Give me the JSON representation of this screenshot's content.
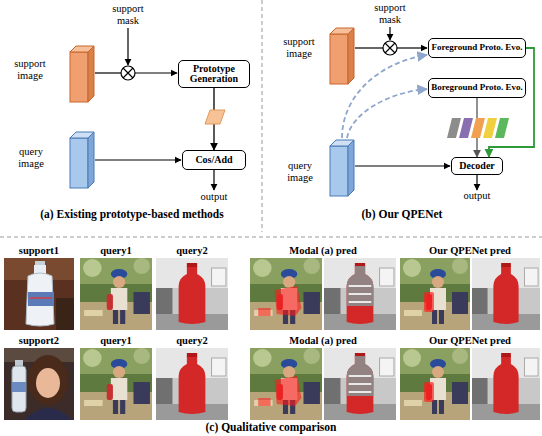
{
  "diagram": {
    "nodes": [
      {
        "text": [
          "Prototype Generation"
        ]
      },
      {
        "text": [
          "Cos/Add"
        ]
      },
      {
        "text": [
          "Foreground Proto. Evo."
        ]
      },
      {
        "text": [
          "Boreground Proto. Evo."
        ]
      },
      {
        "text": [
          "Decoder"
        ]
      }
    ],
    "edges": [
      {
        "from": 0,
        "to": 1,
        "arrow": "to"
      },
      {
        "from": 2,
        "to": 4,
        "arrow": "to"
      },
      {
        "from": 3,
        "to": 4,
        "arrow": "to"
      }
    ],
    "labels": [
      "support mask",
      "support image",
      "query image",
      "output",
      "(a) Existing prototype-based methods",
      "support mask",
      "support image",
      "query image",
      "output",
      "(b) Our QPENet",
      "support1",
      "query1",
      "query2",
      "Modal (a) pred",
      "Our QPENet pred",
      "support2",
      "query1",
      "query2",
      "Modal (a) pred",
      "Our QPENet pred",
      "(c) Qualitative comparison"
    ]
  }
}
